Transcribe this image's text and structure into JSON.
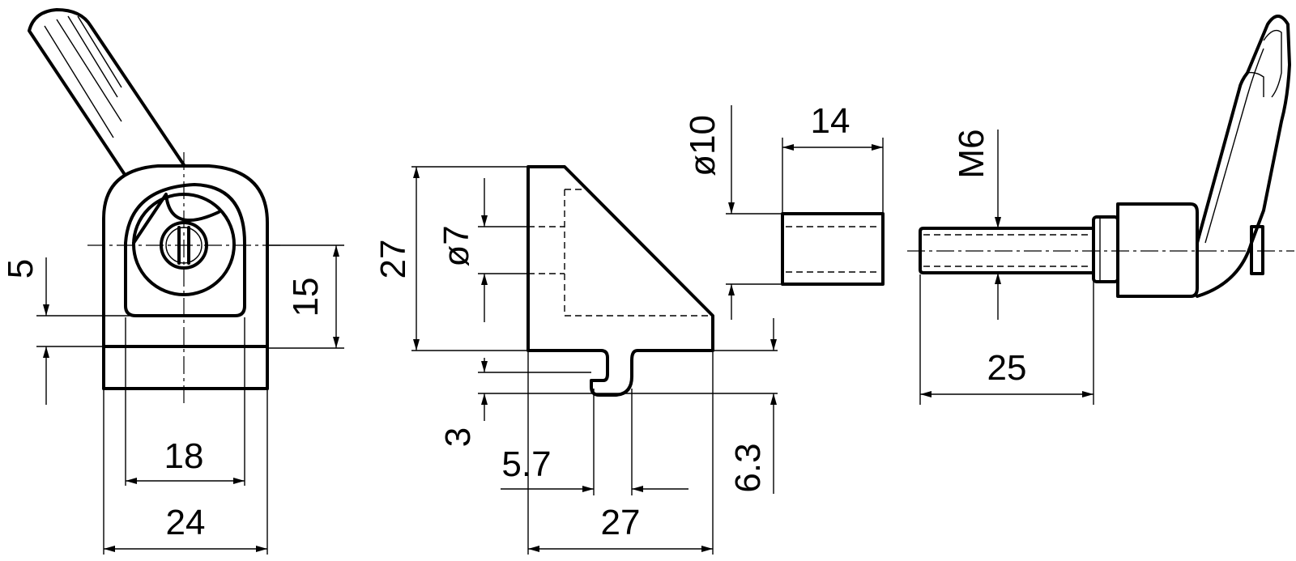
{
  "dimensions": {
    "base_height": "5",
    "slot_width": "18",
    "base_width": "24",
    "block_height_right": "15",
    "block_height": "27",
    "bore_diameter": "ø7",
    "groove_depth": "3",
    "groove_offset": "5.7",
    "block_length": "27",
    "foot_height": "6.3",
    "sleeve_diameter": "ø10",
    "sleeve_length": "14",
    "thread": "M6",
    "thread_length": "25"
  }
}
